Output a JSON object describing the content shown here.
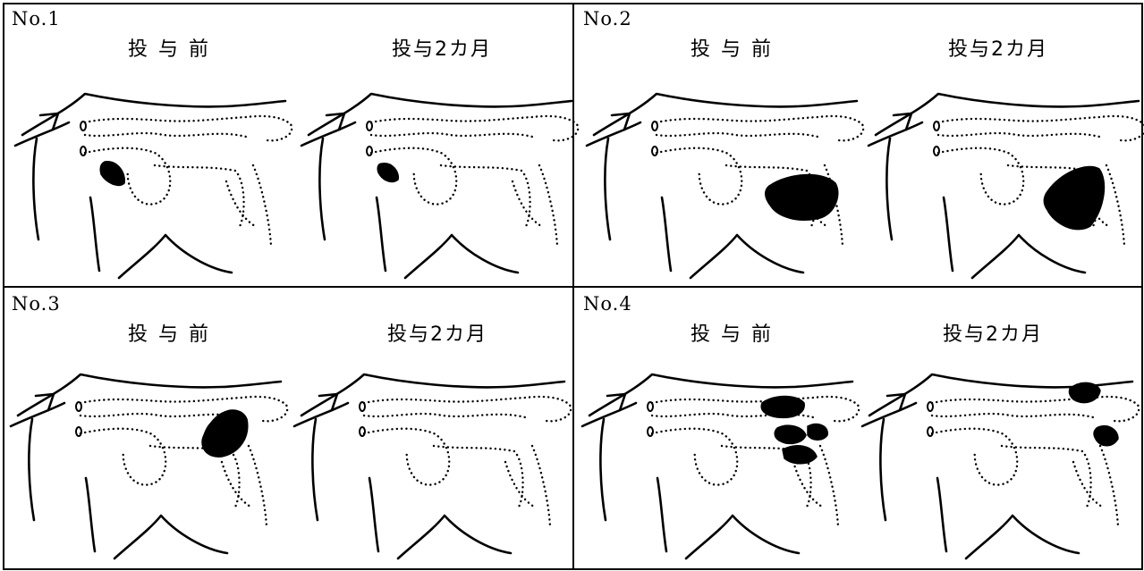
{
  "panels": [
    {
      "case_label": "No.1",
      "before_label": "投与前",
      "after_label": "投与2カ月"
    },
    {
      "case_label": "No.2",
      "before_label": "投与前",
      "after_label": "投与2カ月"
    },
    {
      "case_label": "No.3",
      "before_label": "投与前",
      "after_label": "投与2カ月"
    },
    {
      "case_label": "No.4",
      "before_label": "投与前",
      "after_label": "投与2カ月"
    }
  ],
  "colors": {
    "ink": "#000000",
    "background": "#ffffff"
  }
}
